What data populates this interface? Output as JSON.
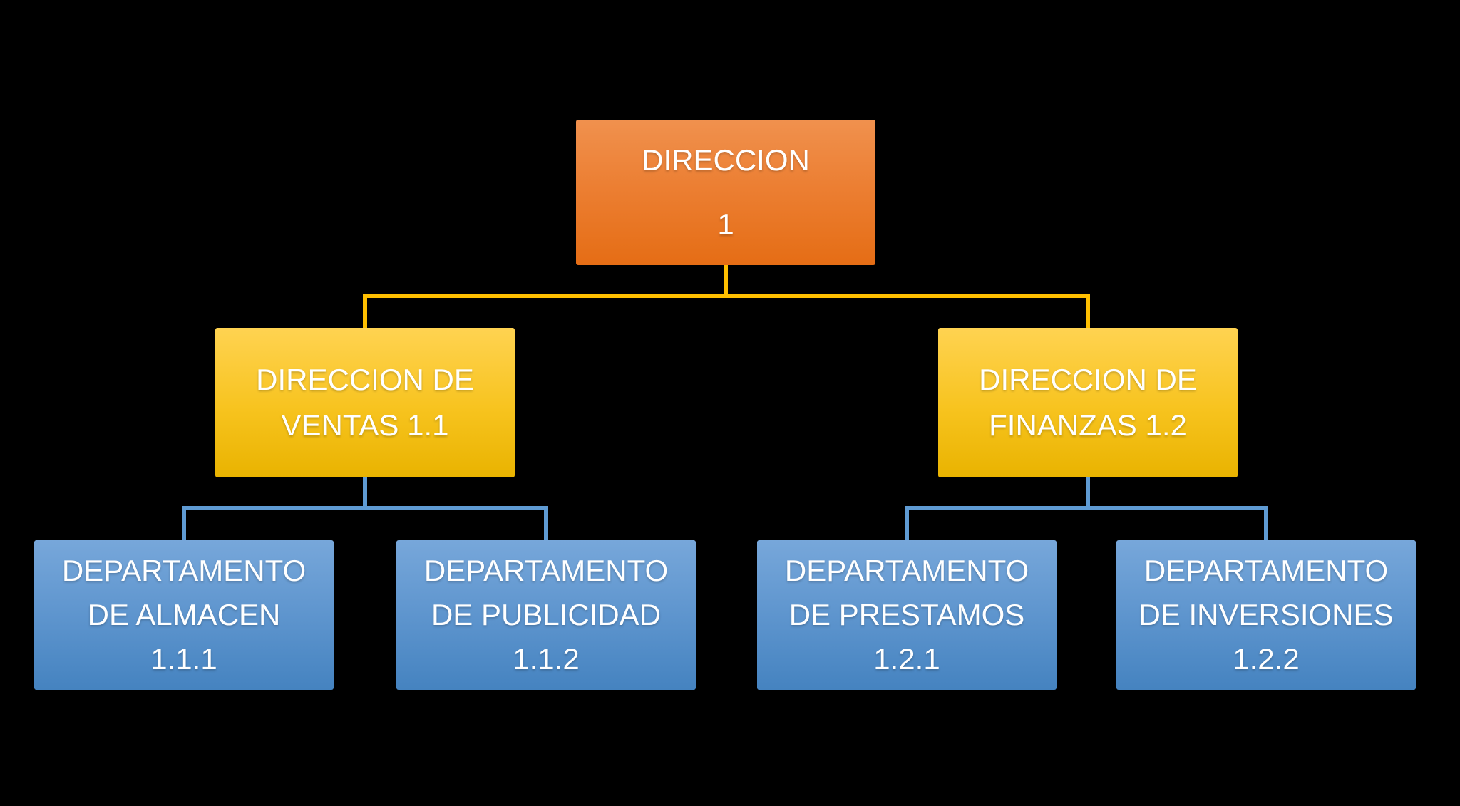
{
  "diagram": {
    "type": "org-chart",
    "background": "#000000",
    "levels": 3
  },
  "nodes": [
    {
      "id": "1",
      "level": 1,
      "parent": null,
      "lines": [
        "DIRECCION",
        "1"
      ]
    },
    {
      "id": "1.1",
      "level": 2,
      "parent": "1",
      "lines": [
        "DIRECCION DE",
        "VENTAS 1.1"
      ]
    },
    {
      "id": "1.2",
      "level": 2,
      "parent": "1",
      "lines": [
        "DIRECCION DE",
        "FINANZAS 1.2"
      ]
    },
    {
      "id": "1.1.1",
      "level": 3,
      "parent": "1.1",
      "lines": [
        "DEPARTAMENTO",
        "DE ALMACEN",
        "1.1.1"
      ]
    },
    {
      "id": "1.1.2",
      "level": 3,
      "parent": "1.1",
      "lines": [
        "DEPARTAMENTO",
        "DE PUBLICIDAD",
        "1.1.2"
      ]
    },
    {
      "id": "1.2.1",
      "level": 3,
      "parent": "1.2",
      "lines": [
        "DEPARTAMENTO",
        "DE PRESTAMOS",
        "1.2.1"
      ]
    },
    {
      "id": "1.2.2",
      "level": 3,
      "parent": "1.2",
      "lines": [
        "DEPARTAMENTO",
        "DE INVERSIONES",
        "1.2.2"
      ]
    }
  ],
  "edges": [
    {
      "from": "1",
      "to": "1.1"
    },
    {
      "from": "1",
      "to": "1.2"
    },
    {
      "from": "1.1",
      "to": "1.1.1"
    },
    {
      "from": "1.1",
      "to": "1.1.2"
    },
    {
      "from": "1.2",
      "to": "1.2.1"
    },
    {
      "from": "1.2",
      "to": "1.2.2"
    }
  ],
  "colors": {
    "background": "#000000",
    "level1_gradient_top": "#F0914E",
    "level1_gradient_bottom": "#E56D15",
    "level2_gradient_top": "#FFD351",
    "level2_gradient_bottom": "#E9B300",
    "level3_gradient_top": "#77A7DA",
    "level3_gradient_bottom": "#4583C0",
    "connector_root": "#FFBF00",
    "connector_branch": "#5F9BD3",
    "text": "#FFFFFF"
  }
}
